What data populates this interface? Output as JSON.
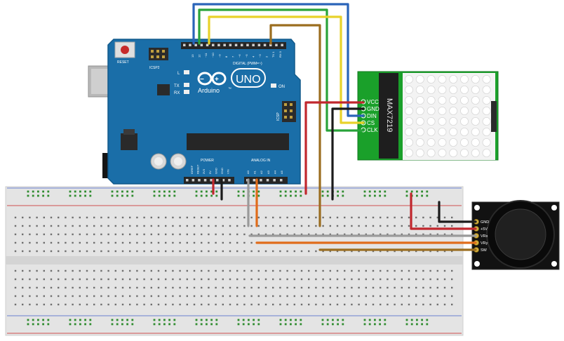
{
  "arduino": {
    "reset_label": "RESET",
    "icsp2_label": "ICSP2",
    "icsp_label": "ICSP",
    "l_label": "L",
    "tx_label": "TX",
    "rx_label": "RX",
    "brand": "Arduino",
    "trademark": "™",
    "model": "UNO",
    "on_label": "ON",
    "digital_header_label": "DIGITAL (PWM=~)",
    "power_label": "POWER",
    "analog_label": "ANALOG IN",
    "digital_pins": [
      "13",
      "12",
      "~11",
      "~10",
      "~9",
      "8",
      "7",
      "~6",
      "~5",
      "4",
      "~3",
      "2",
      "TX 1",
      "RX 0"
    ],
    "power_pins": [
      "IOREF",
      "RESET",
      "3V3",
      "5V",
      "GND",
      "GND",
      "VIN"
    ],
    "analog_pins": [
      "A0",
      "A1",
      "A2",
      "A3",
      "A4",
      "A5"
    ]
  },
  "matrix": {
    "chip_label": "MAX7219",
    "pins": [
      "VCC",
      "GND",
      "DIN",
      "CS",
      "CLK"
    ]
  },
  "joystick": {
    "pins": [
      "GND",
      "+5V",
      "VRx",
      "VRy",
      "SW"
    ]
  },
  "colors": {
    "board": "#1a6ea8",
    "breadboard": "#e4e4e4",
    "matrix_pcb": "#1aa02a",
    "wire_red": "#c1272d",
    "wire_black": "#1b1b1b",
    "wire_blue": "#2a64b9",
    "wire_green": "#29a33a",
    "wire_yellow": "#e8d22a",
    "wire_brown": "#9b6d1f",
    "wire_orange": "#e06c1a",
    "wire_gray": "#9a9a9a"
  }
}
